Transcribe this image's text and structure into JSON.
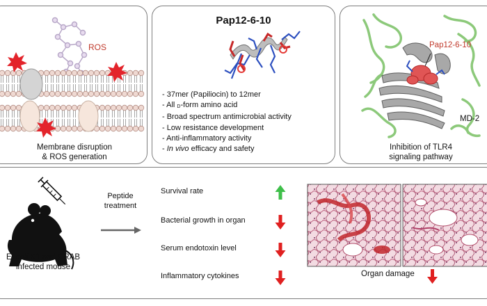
{
  "left_panel": {
    "ros_label": "ROS",
    "caption_line1": "Membrane disruption",
    "caption_line2": "& ROS generation"
  },
  "center_panel": {
    "title": "Pap12-6-10",
    "bullets": [
      "- 37mer (Papiliocin) to 12mer",
      "- Broad spectrum antimicrobial activity",
      "- Low resistance development",
      "- Anti-inflammatory activity"
    ],
    "bullet_all_d": {
      "prefix": "- All ",
      "subscript": "D",
      "suffix": "-form amino acid"
    },
    "bullet_invivo": {
      "prefix": "- ",
      "italic": "In vivo",
      "suffix": " efficacy and safety"
    }
  },
  "right_panel": {
    "peptide_label": "Pap12-6-10",
    "protein_label": "MD-2",
    "caption_line1": "Inhibition of TLR4",
    "caption_line2": "signaling pathway"
  },
  "bottom_panel": {
    "mouse_caption_line1_italic": "coli",
    "mouse_caption_line1_prefix": "E. ",
    "mouse_caption_line1_suffix": " K1 and CRAB",
    "mouse_caption_line2": "infected mouse",
    "treatment_line1": "Peptide",
    "treatment_line2": "treatment",
    "effects": [
      {
        "label": "Survival rate",
        "direction": "up",
        "color": "#3fbf4a"
      },
      {
        "label": "Bacterial growth in organ",
        "direction": "down",
        "color": "#e02020"
      },
      {
        "label": "Serum endotoxin level",
        "direction": "down",
        "color": "#e02020"
      },
      {
        "label": "Inflammatory cytokines",
        "direction": "down",
        "color": "#e02020"
      }
    ],
    "organ_caption": "Organ damage"
  }
}
